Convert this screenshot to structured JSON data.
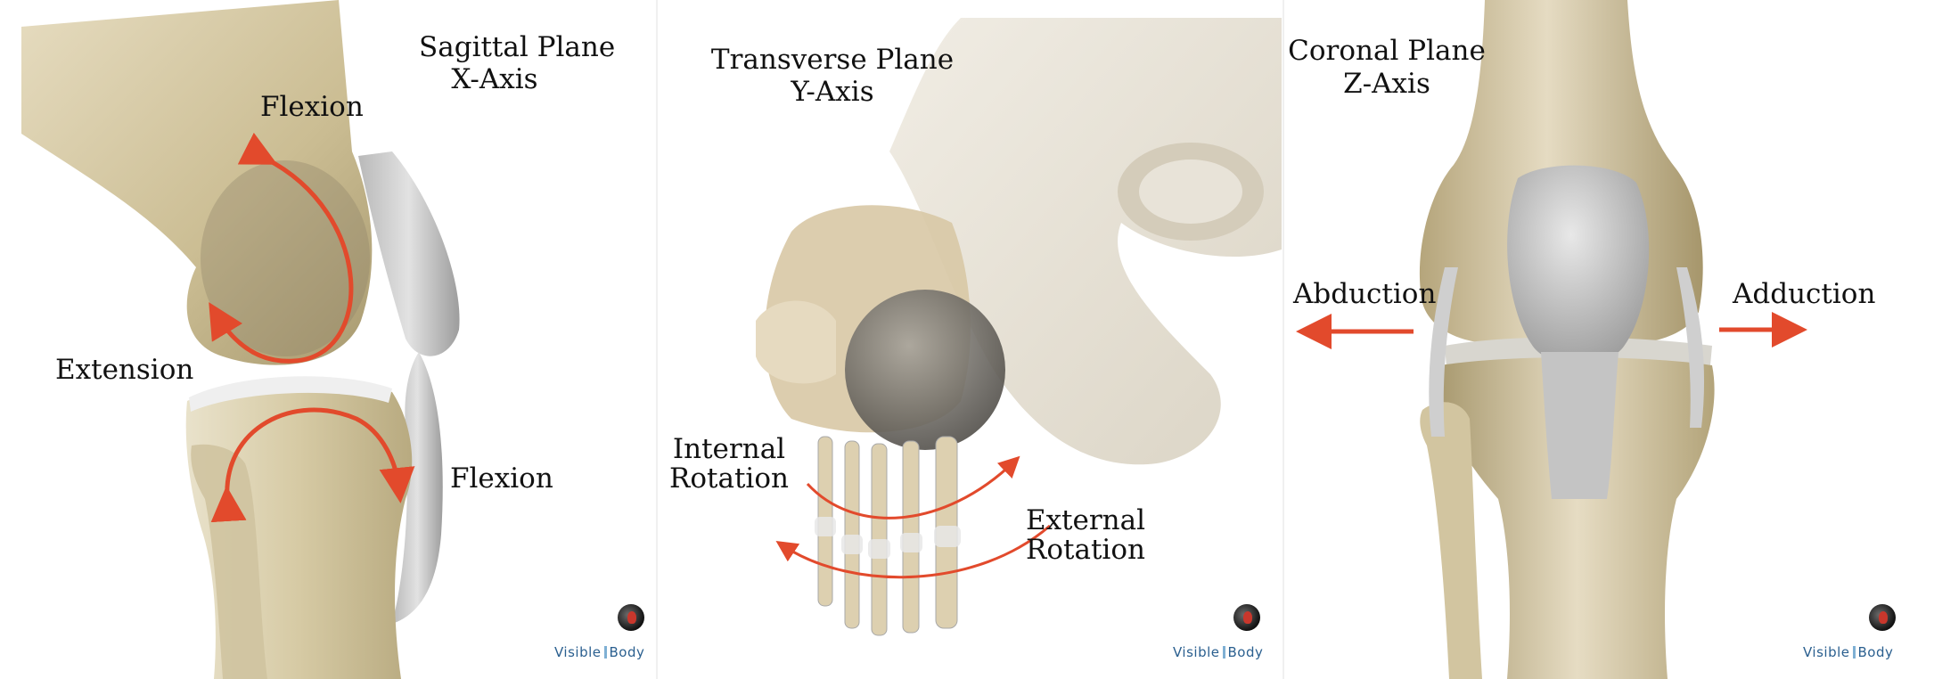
{
  "panels": {
    "sagittal": {
      "plane": "Sagittal Plane",
      "axis": "X-Axis",
      "flexion_top": "Flexion",
      "extension": "Extension",
      "flexion_bottom": "Flexion",
      "brand_left": "Visible",
      "brand_right": "Body"
    },
    "transverse": {
      "plane": "Transverse Plane",
      "axis": "Y-Axis",
      "internal_1": "Internal",
      "internal_2": "Rotation",
      "external_1": "External",
      "external_2": "Rotation",
      "brand_left": "Visible",
      "brand_right": "Body"
    },
    "coronal": {
      "plane": "Coronal Plane",
      "axis": "Z-Axis",
      "abduction": "Abduction",
      "adduction": "Adduction",
      "brand_left": "Visible",
      "brand_right": "Body"
    }
  },
  "colors": {
    "arrow": "#e24a2c",
    "bone": "#d8caa4",
    "cartilage": "#c9c9c9",
    "shadow": "#6c6658"
  }
}
